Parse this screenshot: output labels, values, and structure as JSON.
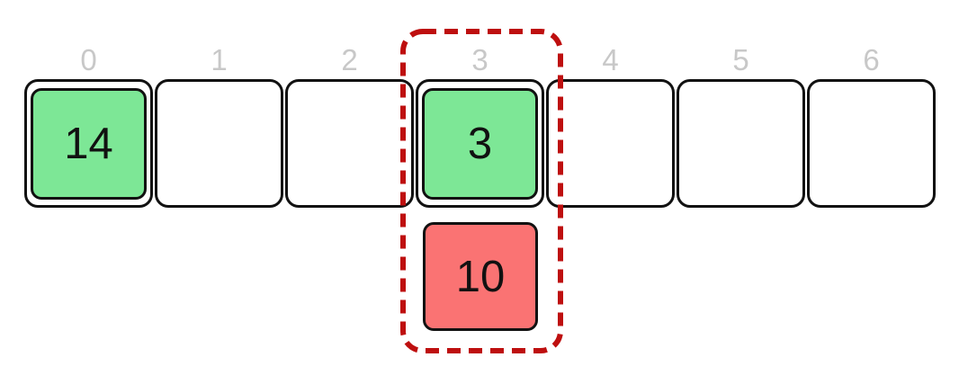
{
  "diagram": {
    "kind": "array-visualization",
    "cells": [
      {
        "index": "0",
        "value": "14"
      },
      {
        "index": "1",
        "value": ""
      },
      {
        "index": "2",
        "value": ""
      },
      {
        "index": "3",
        "value": "3"
      },
      {
        "index": "4",
        "value": ""
      },
      {
        "index": "5",
        "value": ""
      },
      {
        "index": "6",
        "value": ""
      }
    ],
    "pending": {
      "value": "10",
      "below_index": "3"
    },
    "highlight": {
      "around_index": "3",
      "style": "dashed"
    },
    "colors": {
      "filled_cell": "#7de796",
      "pending_cell": "#fa7373",
      "highlight_dash": "#be0f0f",
      "cell_border": "#111111",
      "index_label": "#c8c8c8"
    }
  }
}
